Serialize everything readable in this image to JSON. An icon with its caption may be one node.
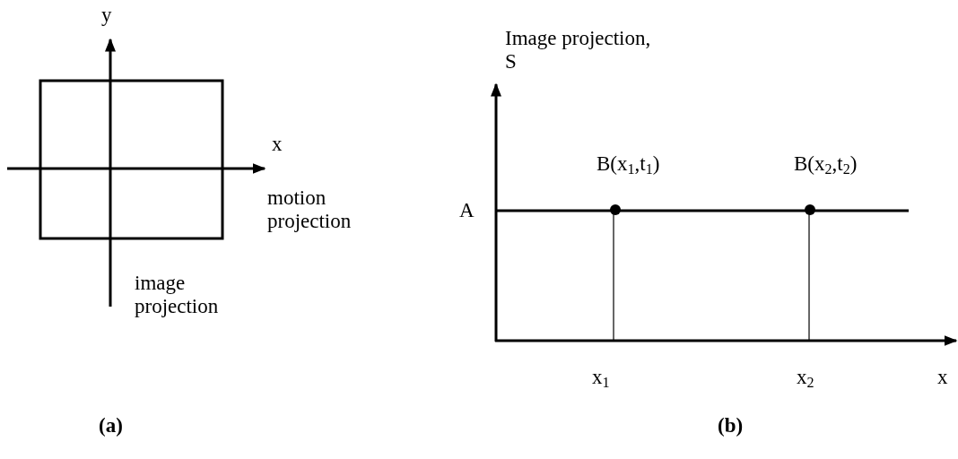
{
  "diagram": {
    "labels": [
      "y",
      "x",
      "motion projection",
      "image projection",
      "(a)",
      "Image projection, S",
      "B(x$_{1}$,t$_{1}$)",
      "B(x$_{2}$,t$_{2}$)",
      "A",
      "x$_{1}$",
      "x$_{2}$",
      "x",
      "(b)"
    ]
  }
}
